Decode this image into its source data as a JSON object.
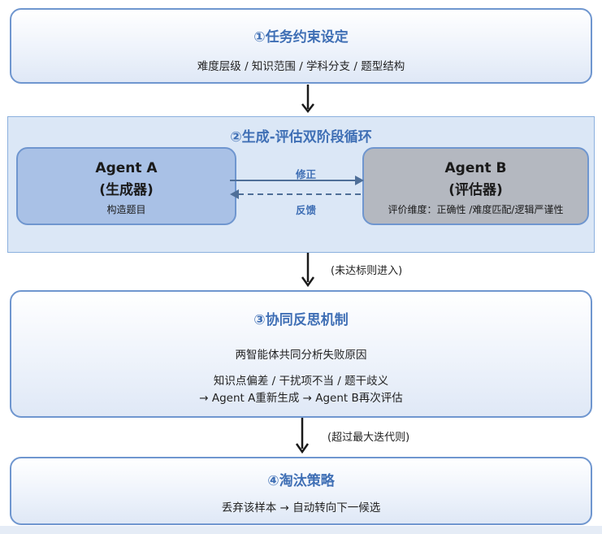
{
  "step1": {
    "title": "①任务约束设定",
    "detail": "难度层级 / 知识范围 / 学科分支 / 题型结构"
  },
  "step2": {
    "title": "②生成-评估双阶段循环",
    "agent_a": {
      "name": "Agent A",
      "role": "(生成器)",
      "task": "构造题目"
    },
    "agent_b": {
      "name": "Agent B",
      "role": "(评估器)",
      "criteria": "评价维度：正确性 /难度匹配/逻辑严谨性"
    },
    "forward_label": "修正",
    "backward_label": "反馈"
  },
  "transition_1_to_2": "",
  "transition_2_to_3": "(未达标则进入)",
  "step3": {
    "title": "③协同反思机制",
    "line1": "两智能体共同分析失败原因",
    "line2": "知识点偏差 / 干扰项不当 / 题干歧义",
    "line3": "→ Agent A重新生成 → Agent B再次评估"
  },
  "transition_3_to_4": "(超过最大迭代则)",
  "step4": {
    "title": "④淘汰策略",
    "detail": "丢弃该样本 → 自动转向下一候选"
  },
  "colors": {
    "accent": "#3f6fb5",
    "border": "#6f96cf",
    "agent_a_fill": "#a9c1e6",
    "agent_b_fill": "#b4b8c0",
    "panel_fill": "#dbe7f6"
  }
}
